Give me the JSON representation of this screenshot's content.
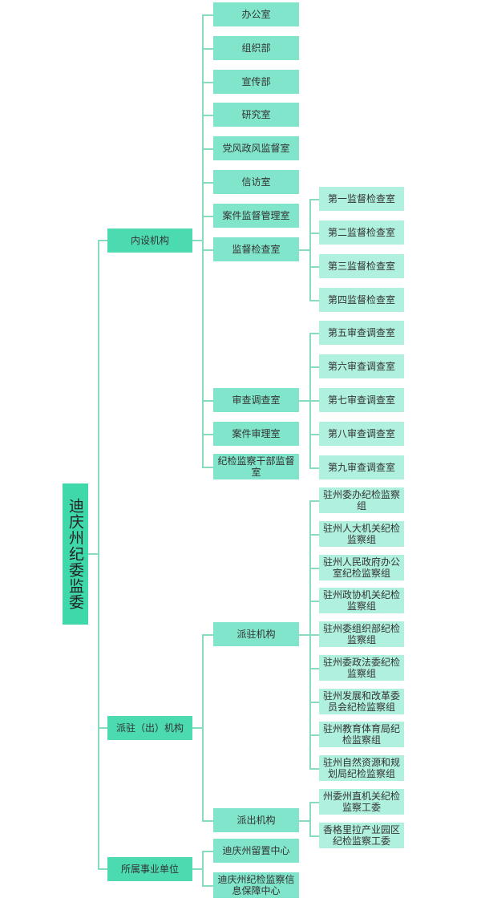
{
  "root": {
    "label": "迪庆州纪委监委"
  },
  "branches": [
    {
      "label": "内设机构",
      "children": [
        {
          "label": "办公室"
        },
        {
          "label": "组织部"
        },
        {
          "label": "宣传部"
        },
        {
          "label": "研究室"
        },
        {
          "label": "党风政风监督室"
        },
        {
          "label": "信访室"
        },
        {
          "label": "案件监督管理室"
        },
        {
          "label": "监督检查室",
          "children": [
            {
              "label": "第一监督检查室"
            },
            {
              "label": "第二监督检查室"
            },
            {
              "label": "第三监督检查室"
            },
            {
              "label": "第四监督检查室"
            }
          ]
        },
        {
          "label": "审查调查室",
          "children": [
            {
              "label": "第五审查调查室"
            },
            {
              "label": "第六审查调查室"
            },
            {
              "label": "第七审查调查室"
            },
            {
              "label": "第八审查调查室"
            },
            {
              "label": "第九审查调查室"
            }
          ]
        },
        {
          "label": "案件审理室"
        },
        {
          "label": "纪检监察干部监督室"
        }
      ]
    },
    {
      "label": "派驻（出）机构",
      "children": [
        {
          "label": "派驻机构",
          "children": [
            {
              "label": "驻州委办纪检监察组"
            },
            {
              "label": "驻州人大机关纪检监察组"
            },
            {
              "label": "驻州人民政府办公室纪检监察组"
            },
            {
              "label": "驻州政协机关纪检监察组"
            },
            {
              "label": "驻州委组织部纪检监察组"
            },
            {
              "label": "驻州委政法委纪检监察组"
            },
            {
              "label": "驻州发展和改革委员会纪检监察组"
            },
            {
              "label": "驻州教育体育局纪检监察组"
            },
            {
              "label": "驻州自然资源和规划局纪检监察组"
            }
          ]
        },
        {
          "label": "派出机构",
          "children": [
            {
              "label": "州委州直机关纪检监察工委"
            },
            {
              "label": "香格里拉产业园区纪检监察工委"
            }
          ]
        }
      ]
    },
    {
      "label": "所属事业单位",
      "children": [
        {
          "label": "迪庆州留置中心"
        },
        {
          "label": "迪庆州纪检监察信息保障中心"
        }
      ]
    }
  ]
}
